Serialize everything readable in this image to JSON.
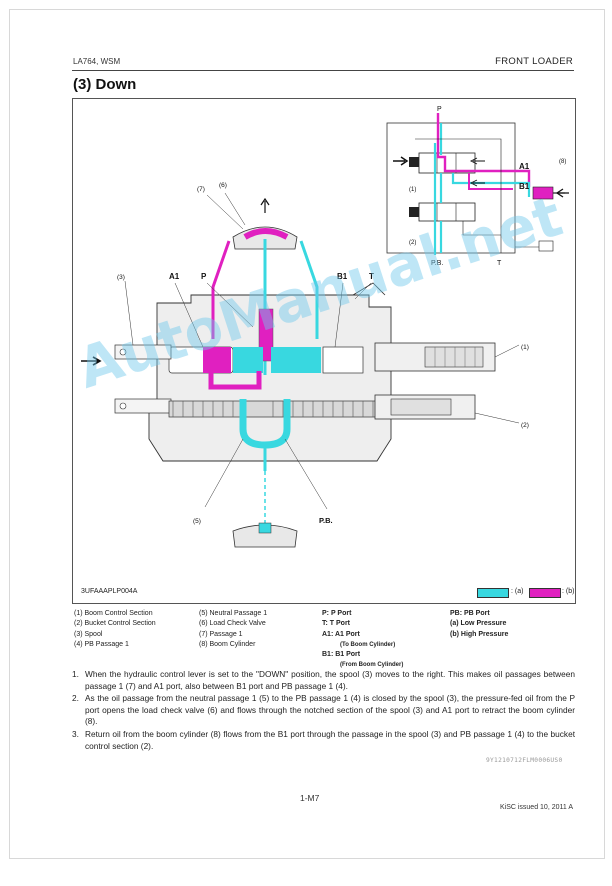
{
  "header": {
    "model": "LA764, WSM",
    "section": "FRONT LOADER"
  },
  "title": "(3)   Down",
  "figure": {
    "code": "3UFAAAPLP004A",
    "legend": [
      {
        "key": ": (a)",
        "color": "#38d8e0"
      },
      {
        "key": ": (b)",
        "color": "#e020c0"
      }
    ],
    "labels": {
      "p_top": "P",
      "a1_sch": "A1",
      "b1_sch": "B1",
      "pb_sch": "P.B.",
      "t_sch": "T",
      "n1_sch": "(1)",
      "n2_sch": "(2)",
      "n8_sch": "(8)",
      "n7": "(7)",
      "n6": "(6)",
      "n3": "(3)",
      "a1": "A1",
      "p": "P",
      "b1": "B1",
      "t": "T",
      "n1_main": "(1)",
      "n2_main": "(2)",
      "n5": "(5)",
      "pb_main": "P.B."
    }
  },
  "legend_list": {
    "col1": [
      "(1)   Boom Control Section",
      "(2)   Bucket Control Section",
      "(3)   Spool",
      "(4)   PB Passage 1"
    ],
    "col2": [
      "(5)   Neutral Passage 1",
      "(6)   Load Check Valve",
      "(7)   Passage 1",
      "(8)   Boom Cylinder"
    ],
    "col3": [
      "P:    P Port",
      "T:    T Port",
      "A1:  A1 Port",
      "(To Boom Cylinder)",
      "B1:  B1 Port",
      "(From Boom Cylinder)"
    ],
    "col4": [
      "PB: PB Port",
      "(a)   Low Pressure",
      "(b)   High Pressure"
    ]
  },
  "steps": [
    {
      "num": "1.",
      "text": "When the hydraulic control lever is set to the \"DOWN\" position, the spool (3) moves to the right. This makes oil passages between passage 1 (7) and A1 port, also between B1 port and PB passage 1 (4)."
    },
    {
      "num": "2.",
      "text": "As the oil passage from the neutral passage 1 (5) to the PB passage 1 (4) is closed by the spool (3), the pressure-fed oil from the P port opens the load check valve (6) and flows through the notched section of the spool (3) and A1 port to retract the boom cylinder (8)."
    },
    {
      "num": "3.",
      "text": "Return oil from the boom cylinder (8) flows from the B1 port through the passage in the spool (3) and PB passage 1 (4) to the bucket control section (2)."
    }
  ],
  "watermark": "AutoManual.net",
  "doc_id": "9Y1210712FLM0006US0",
  "page_number": "1-M7",
  "issued": "KiSC issued 10, 2011 A"
}
